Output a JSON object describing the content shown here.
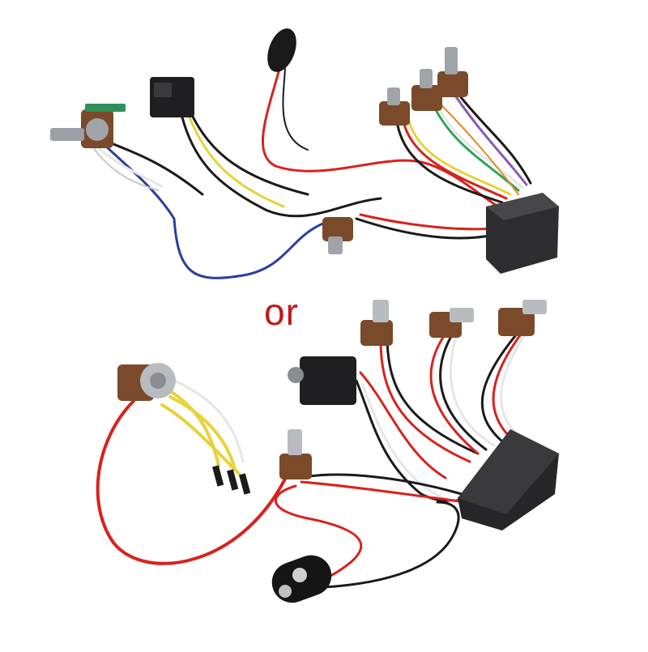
{
  "image": {
    "description": "Product photo of two alternative active guitar/bass preamp wiring harnesses on white background",
    "separator_text": "or",
    "colors": {
      "background": "#ffffff",
      "separator_text": "#c0181b",
      "wire_red": "#d8221f",
      "wire_black": "#1a1a1a",
      "wire_blue": "#2a3f9a",
      "wire_yellow": "#e8d23a",
      "wire_white": "#e6e6e6",
      "pot_brown": "#7a4a2a",
      "module_black": "#2a2a2c"
    }
  },
  "harness_top": {
    "components": [
      "potentiometer-with-pcb",
      "output-jack",
      "battery-clip",
      "potentiometer",
      "potentiometer",
      "potentiometer",
      "potentiometer",
      "preamp-module"
    ]
  },
  "harness_bottom": {
    "components": [
      "potentiometer",
      "dupont-connectors",
      "output-jack",
      "potentiometer",
      "potentiometer",
      "potentiometer",
      "potentiometer",
      "preamp-module",
      "9v-battery-clip"
    ]
  }
}
